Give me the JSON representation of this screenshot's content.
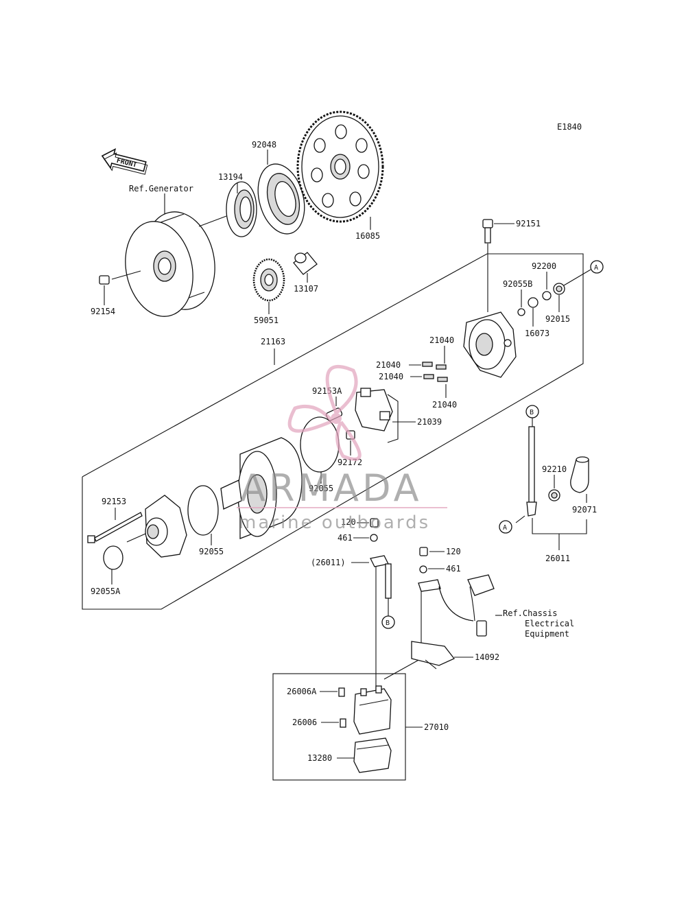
{
  "diagram": {
    "code": "E1840",
    "front_label": "FRONT",
    "refs": {
      "generator": "Ref.Generator",
      "chassis_1": "Ref.Chassis",
      "chassis_2": "Electrical",
      "chassis_3": "Equipment"
    },
    "connectors": {
      "a_top": "A",
      "a_bottom": "A",
      "b_top": "B",
      "b_mid": "B"
    },
    "parts": {
      "p92048": "92048",
      "p13194": "13194",
      "p16085": "16085",
      "p92151": "92151",
      "p13107": "13107",
      "p59051": "59051",
      "p92154": "92154",
      "p21163": "21163",
      "p92200": "92200",
      "p92055B": "92055B",
      "p92015": "92015",
      "p16073": "16073",
      "p21040a": "21040",
      "p21040b": "21040",
      "p21040c": "21040",
      "p21040d": "21040",
      "p92153A": "92153A",
      "p21039": "21039",
      "p92172": "92172",
      "p92055top": "92055",
      "p92153": "92153",
      "p92055": "92055",
      "p92055A": "92055A",
      "p92210": "92210",
      "p92071": "92071",
      "p26011": "26011",
      "p120a": "120",
      "p461a": "461",
      "p26011ref": "(26011)",
      "p120b": "120",
      "p461b": "461",
      "p14092": "14092",
      "p26006A": "26006A",
      "p26006": "26006",
      "p27010": "27010",
      "p13280": "13280"
    },
    "watermark": {
      "brand": "ARMADA",
      "tagline": "marine outboards"
    }
  }
}
